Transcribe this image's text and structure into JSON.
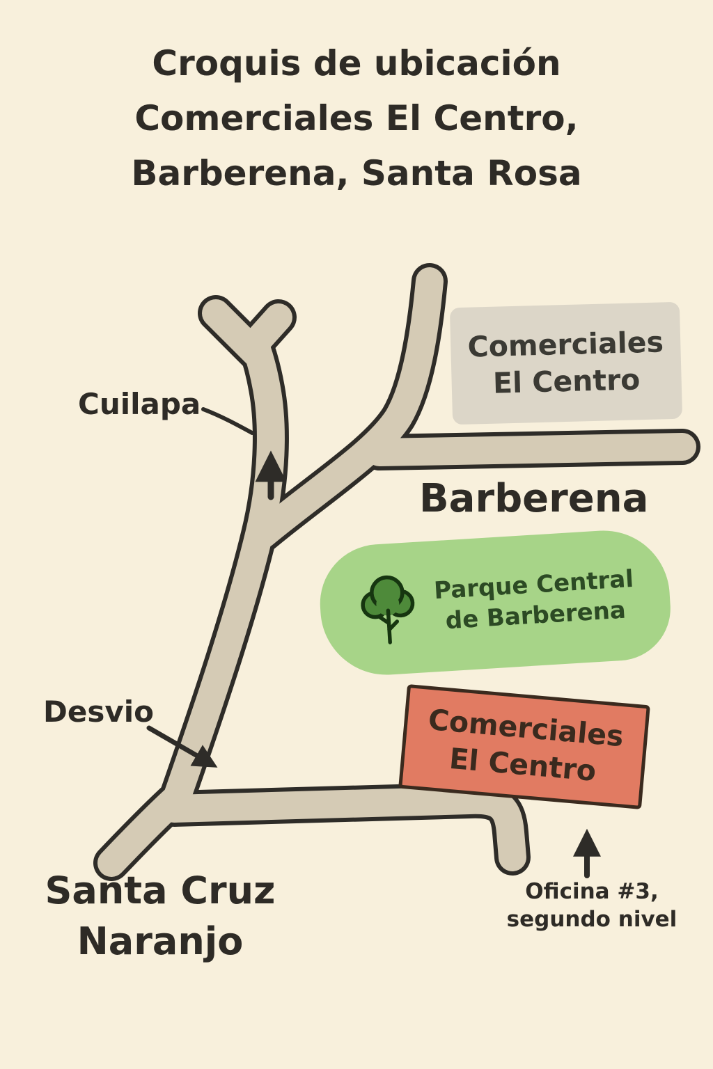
{
  "title": {
    "text": "Croquis de ubicación\nComerciales El Centro,\nBarberena, Santa Rosa"
  },
  "labels": {
    "cuilapa": "Cuilapa",
    "barberena": "Barberena",
    "desvio": "Desvio",
    "santa_cruz": "Santa Cruz\nNaranjo",
    "oficina": "Oficina #3,\nsegundo nivel"
  },
  "signs": {
    "top_gray": {
      "text": "Comerciales\nEl Centro"
    },
    "destination_red": {
      "text": "Comerciales\nEl Centro"
    },
    "park_green": {
      "text": "Parque Central\nde Barberena"
    }
  },
  "icons": {
    "tree": "tree-icon",
    "road_direction_arrow": "up-arrow",
    "desvio_arrow": "down-right-arrow",
    "oficina_arrow": "up-arrow"
  },
  "colors": {
    "background": "#f8f0dc",
    "road_fill": "#d5cbb5",
    "road_outline": "#2e2c28",
    "sign_gray": "#dcd6c8",
    "sign_red": "#e17b62",
    "park_green": "#a7d488",
    "dark_text": "#2e2b26",
    "tree_green": "#4e8a3a"
  }
}
